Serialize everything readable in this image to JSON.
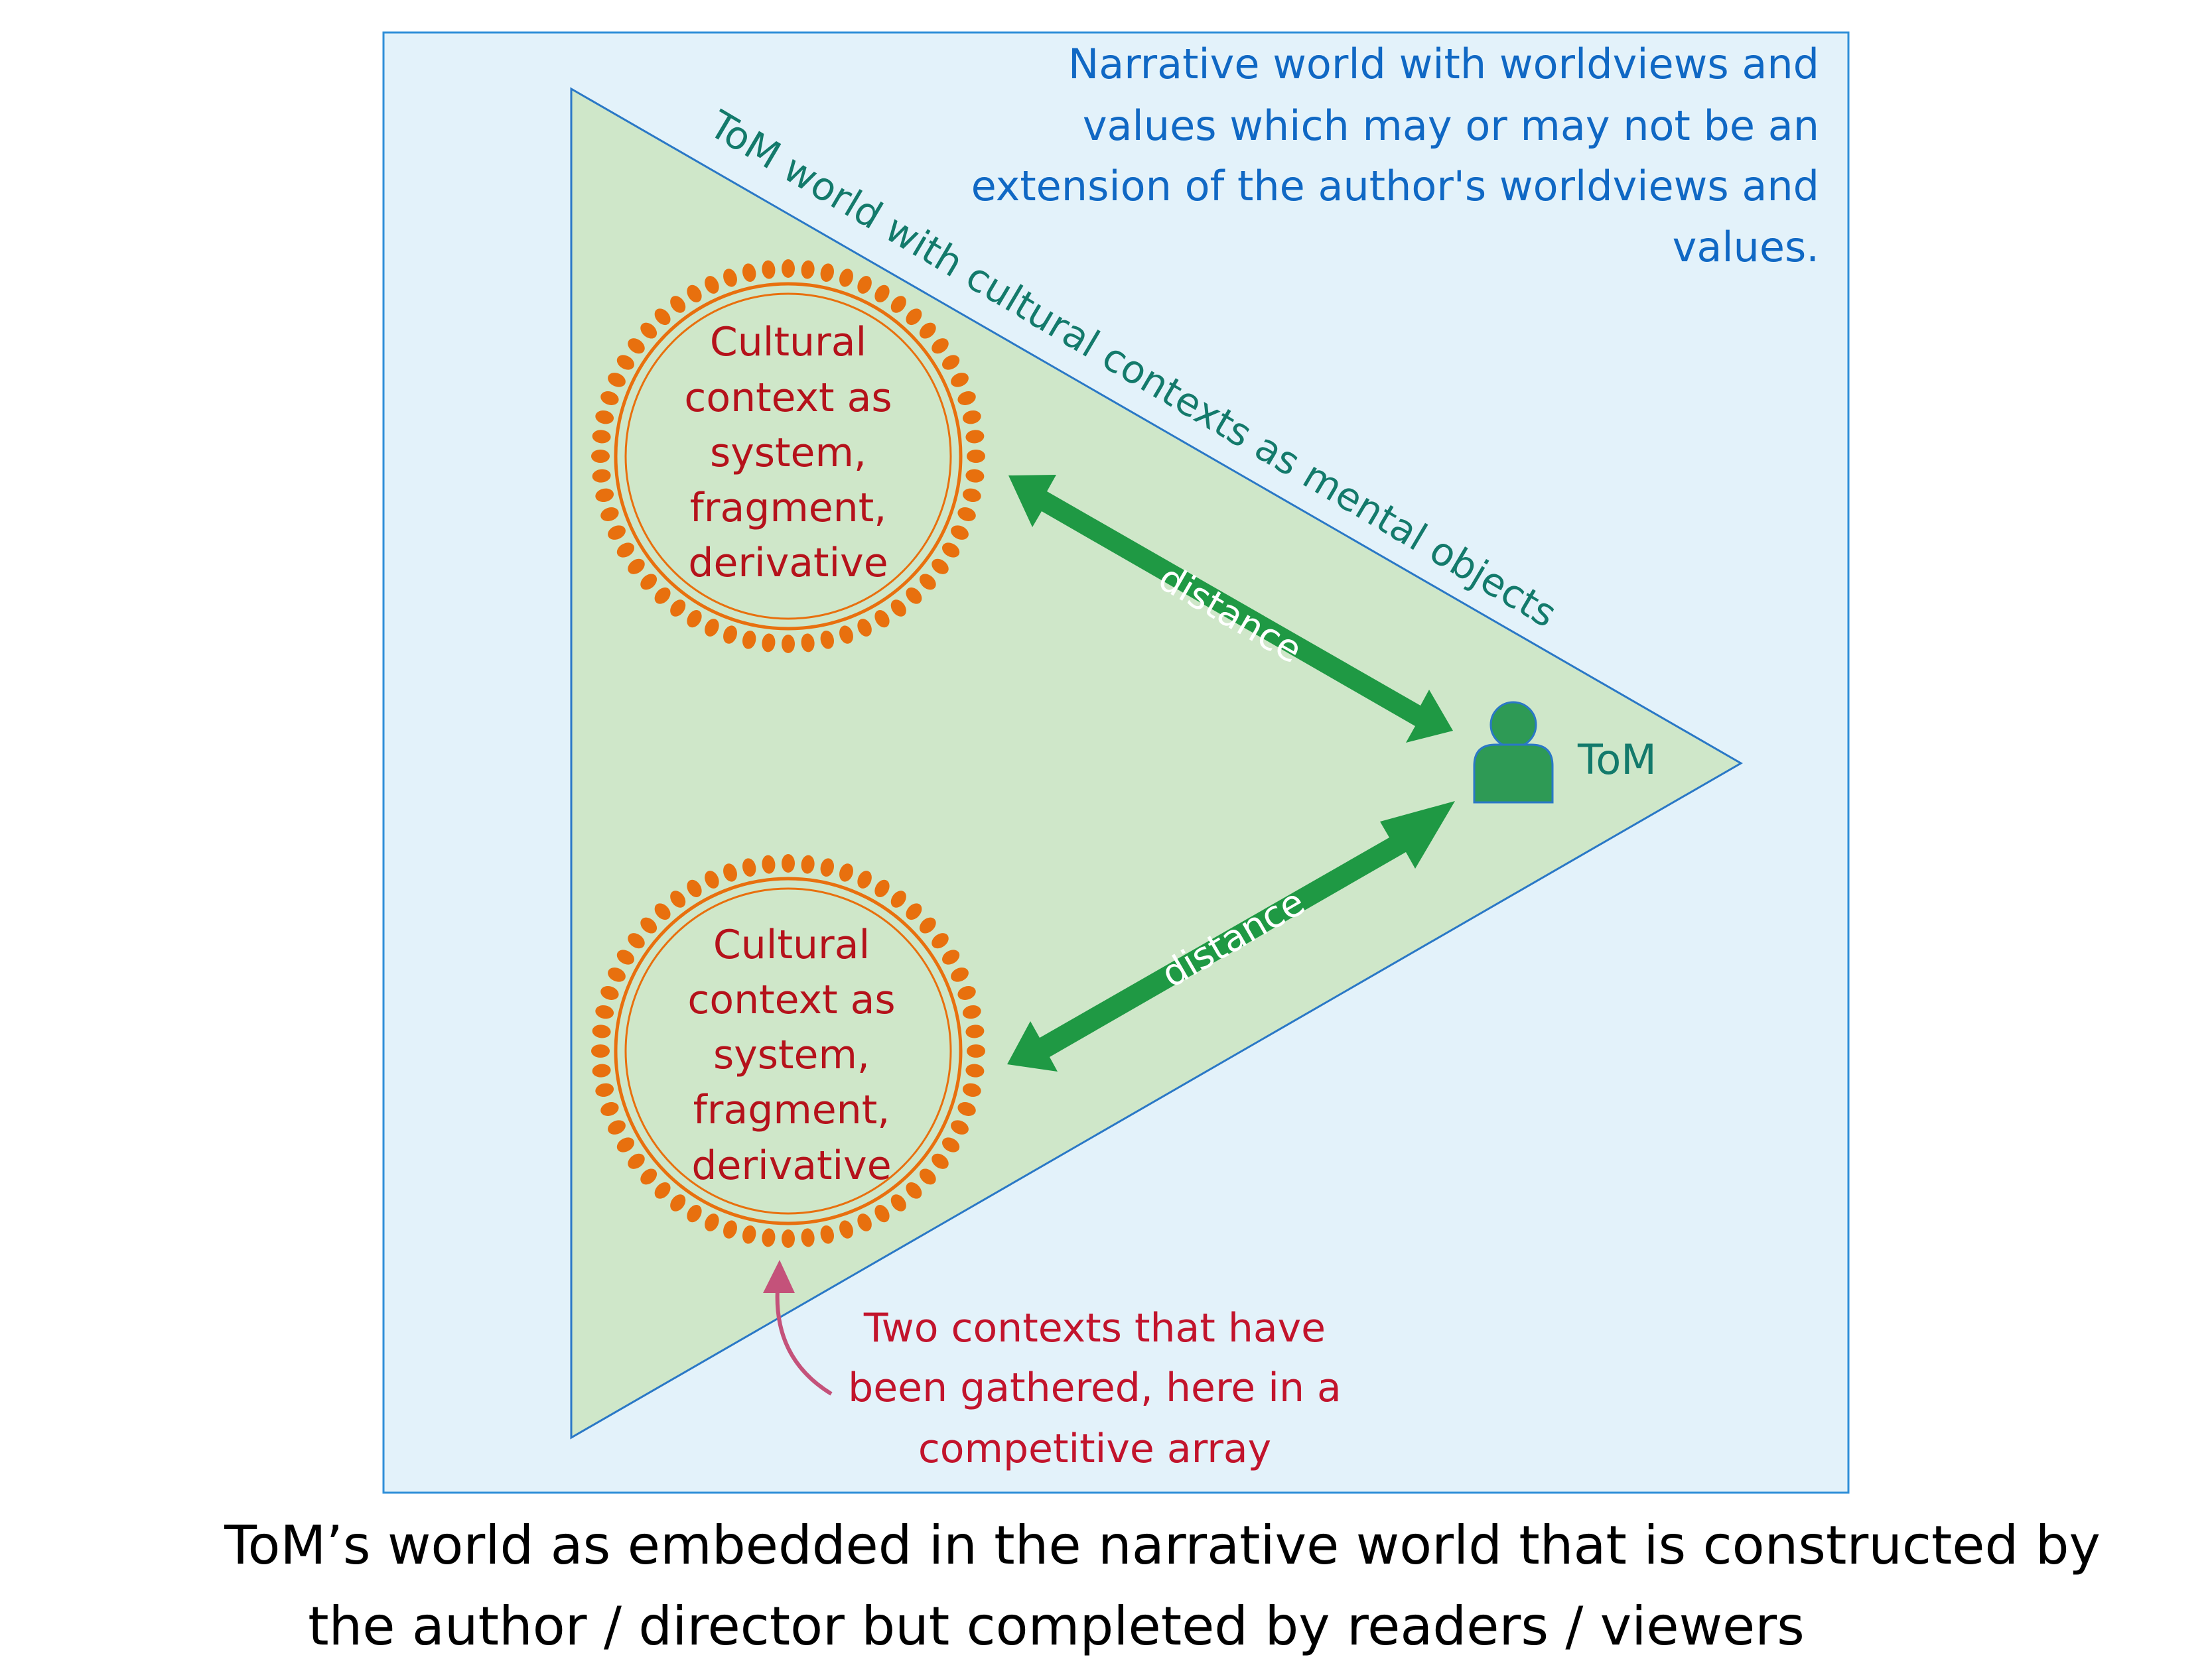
{
  "colors": {
    "outer_fill": "#e3f2fa",
    "outer_stroke": "#2f8fd8",
    "triangle_fill": "#cfe7c9",
    "triangle_stroke": "#2a78c6",
    "blue_text": "#1068c4",
    "teal_text": "#137a6b",
    "context_text": "#b5121b",
    "orange": "#e8700e",
    "arrow_green": "#1f9944",
    "note_red": "#c2142c",
    "pointer_pink": "#c4527a",
    "person_fill": "#2e9a55",
    "person_stroke": "#2a78c6"
  },
  "narrative_note": [
    "Narrative world with worldviews and",
    "values which may or may not be an",
    "extension of the author's worldviews and",
    "values."
  ],
  "tom_world_label": "ToM world with cultural contexts as mental objects",
  "context_circles": [
    {
      "lines": [
        "Cultural",
        "context as",
        "system,",
        "fragment,",
        "derivative"
      ]
    },
    {
      "lines": [
        "Cultural",
        "context as",
        "system,",
        "fragment,",
        "derivative"
      ]
    }
  ],
  "distance_labels": [
    "distance",
    "distance"
  ],
  "tom_label": "ToM",
  "gathered_note": [
    "Two contexts that have",
    "been gathered, here in a",
    "competitive array"
  ],
  "caption": [
    "ToM’s world as embedded in the narrative world that is constructed by",
    "the author / director but completed by readers / viewers"
  ]
}
